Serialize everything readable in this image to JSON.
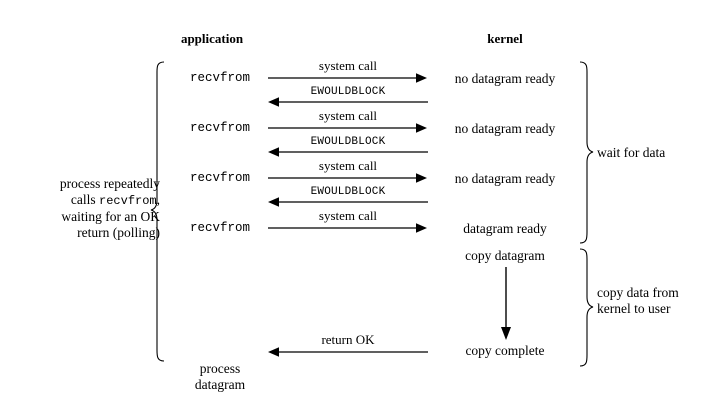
{
  "figure": {
    "columns": {
      "application": "application",
      "kernel": "kernel"
    },
    "left_note": {
      "line1": "process repeatedly",
      "line2_pre": "calls ",
      "line2_code": "recvfrom",
      "line2_post": ",",
      "line3": "waiting for an OK",
      "line4": "return (polling)"
    },
    "application_calls": [
      {
        "label": "recvfrom"
      },
      {
        "label": "recvfrom"
      },
      {
        "label": "recvfrom"
      },
      {
        "label": "recvfrom"
      }
    ],
    "application_result": {
      "line1": "process",
      "line2": "datagram"
    },
    "arrows": [
      {
        "label": "system call",
        "direction": "right",
        "style": "serif"
      },
      {
        "label": "EWOULDBLOCK",
        "direction": "left",
        "style": "mono"
      },
      {
        "label": "system call",
        "direction": "right",
        "style": "serif"
      },
      {
        "label": "EWOULDBLOCK",
        "direction": "left",
        "style": "mono"
      },
      {
        "label": "system call",
        "direction": "right",
        "style": "serif"
      },
      {
        "label": "EWOULDBLOCK",
        "direction": "left",
        "style": "mono"
      },
      {
        "label": "system call",
        "direction": "right",
        "style": "serif"
      },
      {
        "label": "return OK",
        "direction": "left",
        "style": "serif"
      }
    ],
    "kernel_states": [
      {
        "label": "no datagram ready"
      },
      {
        "label": "no datagram ready"
      },
      {
        "label": "no datagram ready"
      },
      {
        "label": "datagram ready"
      },
      {
        "label": "copy datagram"
      },
      {
        "label": "copy complete"
      }
    ],
    "right_braces": [
      {
        "label_line1": "wait for data",
        "label_line2": ""
      },
      {
        "label_line1": "copy data from",
        "label_line2": "kernel to user"
      }
    ],
    "colors": {
      "ink": "#000000",
      "background": "#ffffff"
    }
  }
}
